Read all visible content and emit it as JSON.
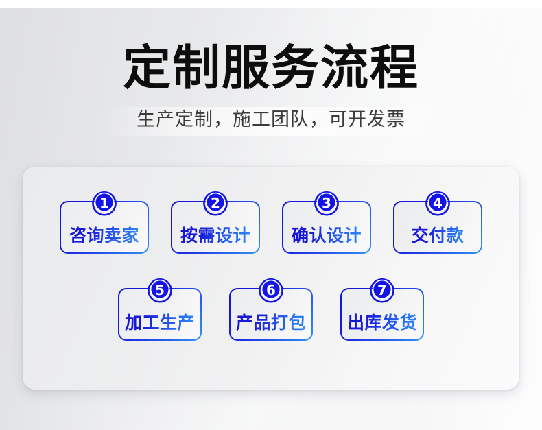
{
  "header": {
    "title": "定制服务流程",
    "subtitle": "生产定制，施工团队，可开发票"
  },
  "flow": {
    "rows": [
      {
        "steps": [
          {
            "number": "1",
            "label": "咨询卖家"
          },
          {
            "number": "2",
            "label": "按需设计"
          },
          {
            "number": "3",
            "label": "确认设计"
          },
          {
            "number": "4",
            "label": "交付款"
          }
        ]
      },
      {
        "steps": [
          {
            "number": "5",
            "label": "加工生产"
          },
          {
            "number": "6",
            "label": "产品打包"
          },
          {
            "number": "7",
            "label": "出库发货"
          }
        ]
      }
    ]
  },
  "colors": {
    "title_text": "#0d0d0d",
    "subtitle_text": "#3b3b3b",
    "accent_blue_dark": "#1414d6",
    "accent_blue_light": "#2f93f5",
    "badge_fill": "#1414e6",
    "badge_text": "#ffffff",
    "panel_bg": "#eef0f1",
    "page_bg": "#e8e9eb"
  }
}
